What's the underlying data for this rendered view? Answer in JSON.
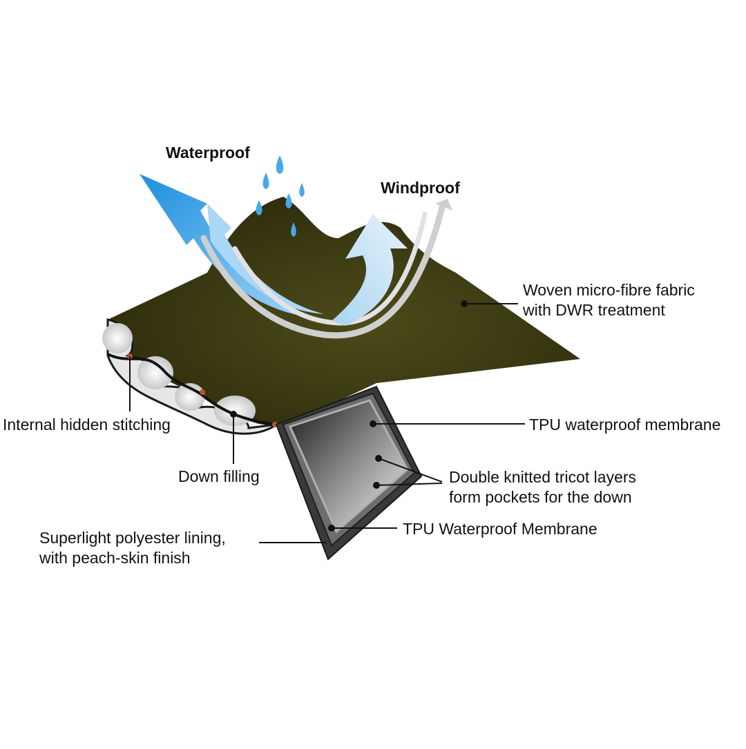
{
  "title_waterproof": "Waterproof",
  "title_windproof": "Windproof",
  "labels": {
    "outer_fabric": [
      "Woven micro-fibre fabric",
      "with DWR treatment"
    ],
    "stitching": "Internal hidden stitching",
    "down_filling": "Down filling",
    "lining": [
      "Superlight polyester lining,",
      "with peach-skin finish"
    ],
    "tpu_membrane_top": "TPU waterproof membrane",
    "tricot": [
      "Double knitted tricot layers",
      "form pockets for the down"
    ],
    "tpu_membrane_bottom": "TPU Waterproof Membrane"
  },
  "colors": {
    "fabric": "#3f3e13",
    "water_arrow": "#2f9be3",
    "wind_arrow": "#d8d8d8",
    "drop": "#4aa8e8",
    "stitch": "#b5532a",
    "membrane": "#9a9a9a"
  }
}
